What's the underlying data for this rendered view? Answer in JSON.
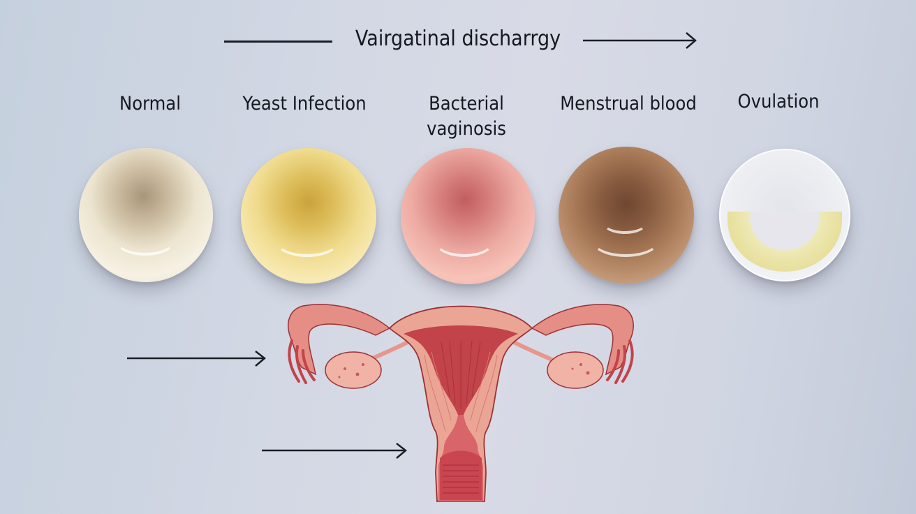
{
  "header": {
    "title": "Vairgatinal discharrgy",
    "arrow_left_icon": "line-icon",
    "arrow_right_icon": "arrow-right-icon"
  },
  "categories": [
    {
      "label": "Normal",
      "color": "#efe9d6",
      "center_color": "#b8a88a"
    },
    {
      "label": "Yeast Infection",
      "color": "#f3e3a0",
      "center_color": "#d9b748"
    },
    {
      "label": "Bacterial\nvaginosis",
      "label_line1": "Bacterial",
      "label_line2": "vaginosis",
      "color": "#f2b5ac",
      "center_color": "#cf6e6c"
    },
    {
      "label": "Menstrual blood",
      "color": "#b98b69",
      "center_color": "#7e5337"
    },
    {
      "label": "Ovulation",
      "color": "#f2f3f5",
      "center_color": "#ece9b6"
    }
  ],
  "illustration": {
    "subject": "uterus-diagram",
    "colors": {
      "tissue": "#eaa394",
      "dark": "#c2434a",
      "outline": "#9a3236"
    }
  },
  "pointers": [
    {
      "name": "arrow-to-ovary",
      "icon": "arrow-right-icon"
    },
    {
      "name": "arrow-to-vagina",
      "icon": "arrow-right-icon"
    }
  ]
}
